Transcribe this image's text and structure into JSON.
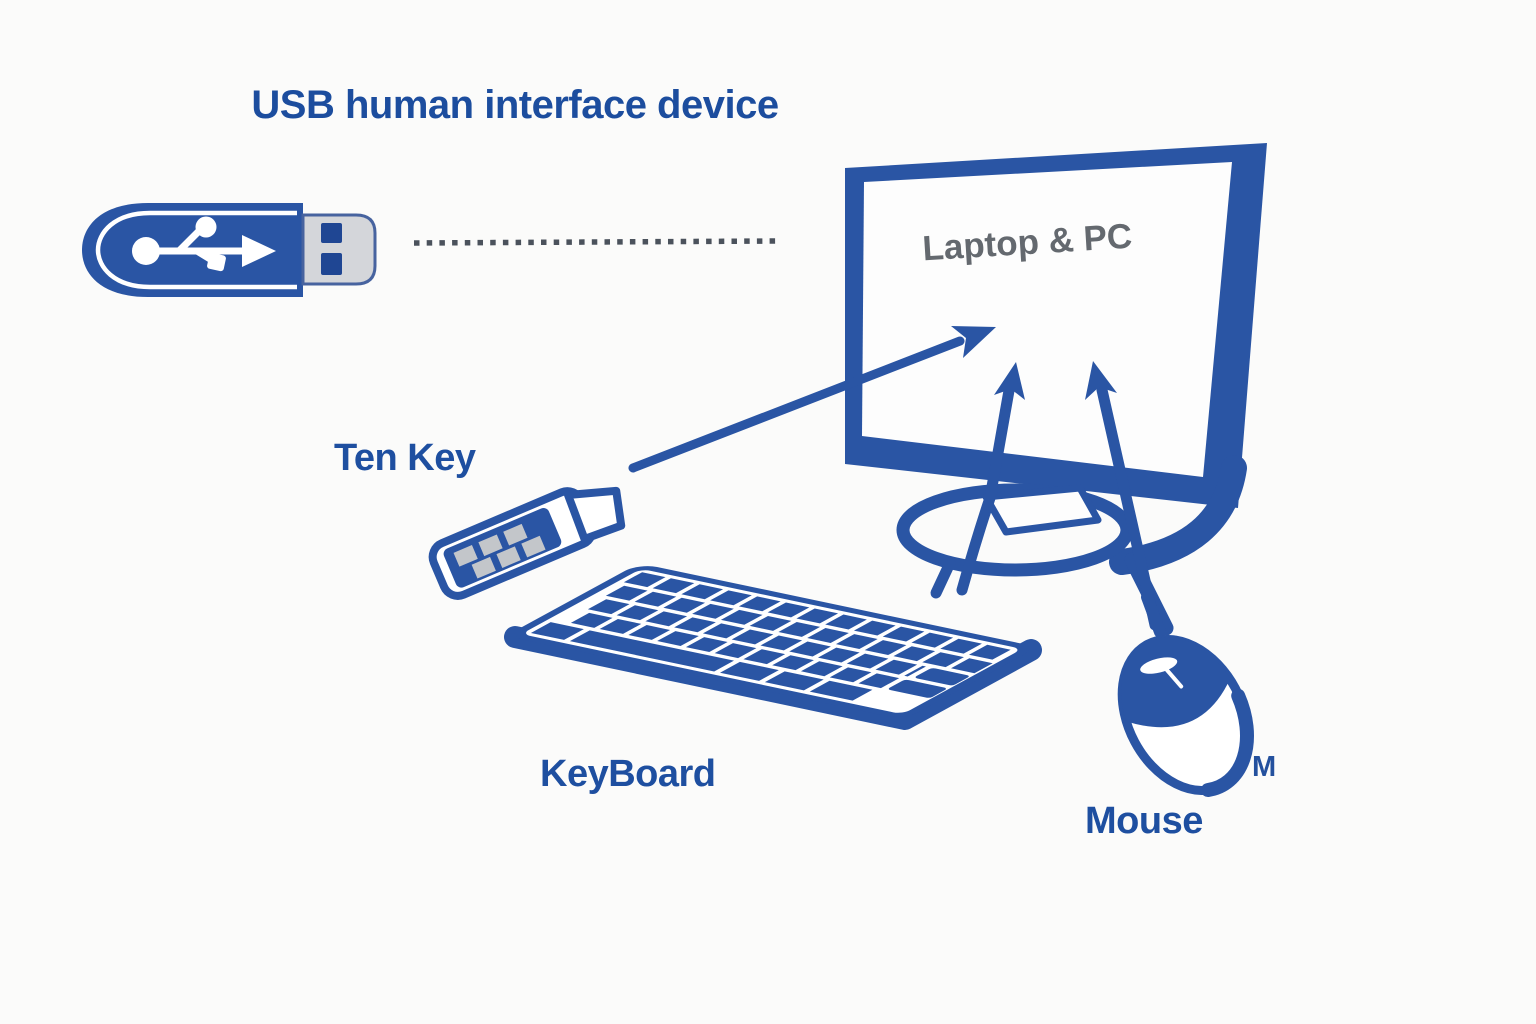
{
  "title": "USB human interface device",
  "labels": {
    "monitor": "Laptop & PC",
    "ten_key": "Ten Key",
    "keyboard": "KeyBoard",
    "mouse": "Mouse",
    "mouse_mark": "M"
  },
  "palette": {
    "primary_blue": "#2a55a4",
    "label_blue": "#1e4fa0",
    "title_blue": "#1c4d9e",
    "screen_text_gray": "#64696f",
    "dotted_line_gray": "#4b525c",
    "key_gray": "#c3c6ca",
    "connector_gray": "#d4d6da",
    "background": "#fbfbfa"
  },
  "icons": [
    "usb-flash-drive-icon",
    "dotted-connector-line",
    "monitor-icon",
    "ten-key-icon",
    "keyboard-icon",
    "mouse-icon",
    "arrow-tenkey-to-pc-icon",
    "arrow-keyboard-to-pc-icon",
    "arrow-mouse-to-pc-icon"
  ]
}
